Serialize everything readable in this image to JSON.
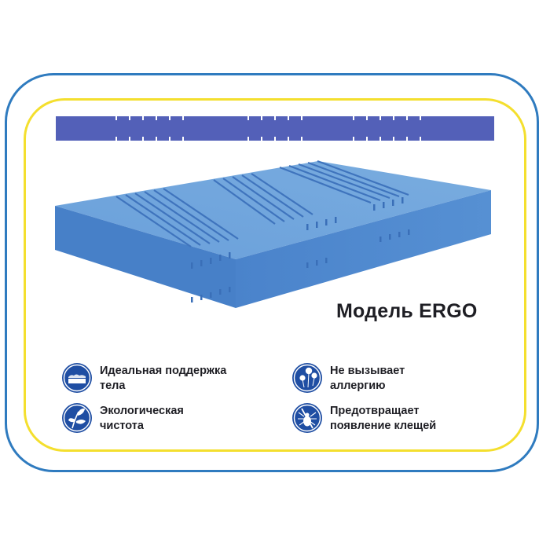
{
  "product": {
    "model_title": "Модель ERGO",
    "colors": {
      "outer_frame": "#2f7bbf",
      "inner_frame": "#f4df2e",
      "cross_section": "#5360b8",
      "foam_top": "#6fa3dc",
      "foam_front": "#4f87cd",
      "foam_side": "#3f77c0",
      "icon_bg": "#1f4ea3",
      "text": "#1e1e24"
    }
  },
  "features": [
    {
      "icon": "body-support-icon",
      "line1": "Идеальная поддержка",
      "line2": "тела"
    },
    {
      "icon": "leaf-icon",
      "line1": "Экологическая",
      "line2": "чистота"
    },
    {
      "icon": "dandelion-icon",
      "line1": "Не вызывает",
      "line2": "аллергию"
    },
    {
      "icon": "no-mites-icon",
      "line1": "Предотвращает",
      "line2": "появление клещей"
    }
  ]
}
